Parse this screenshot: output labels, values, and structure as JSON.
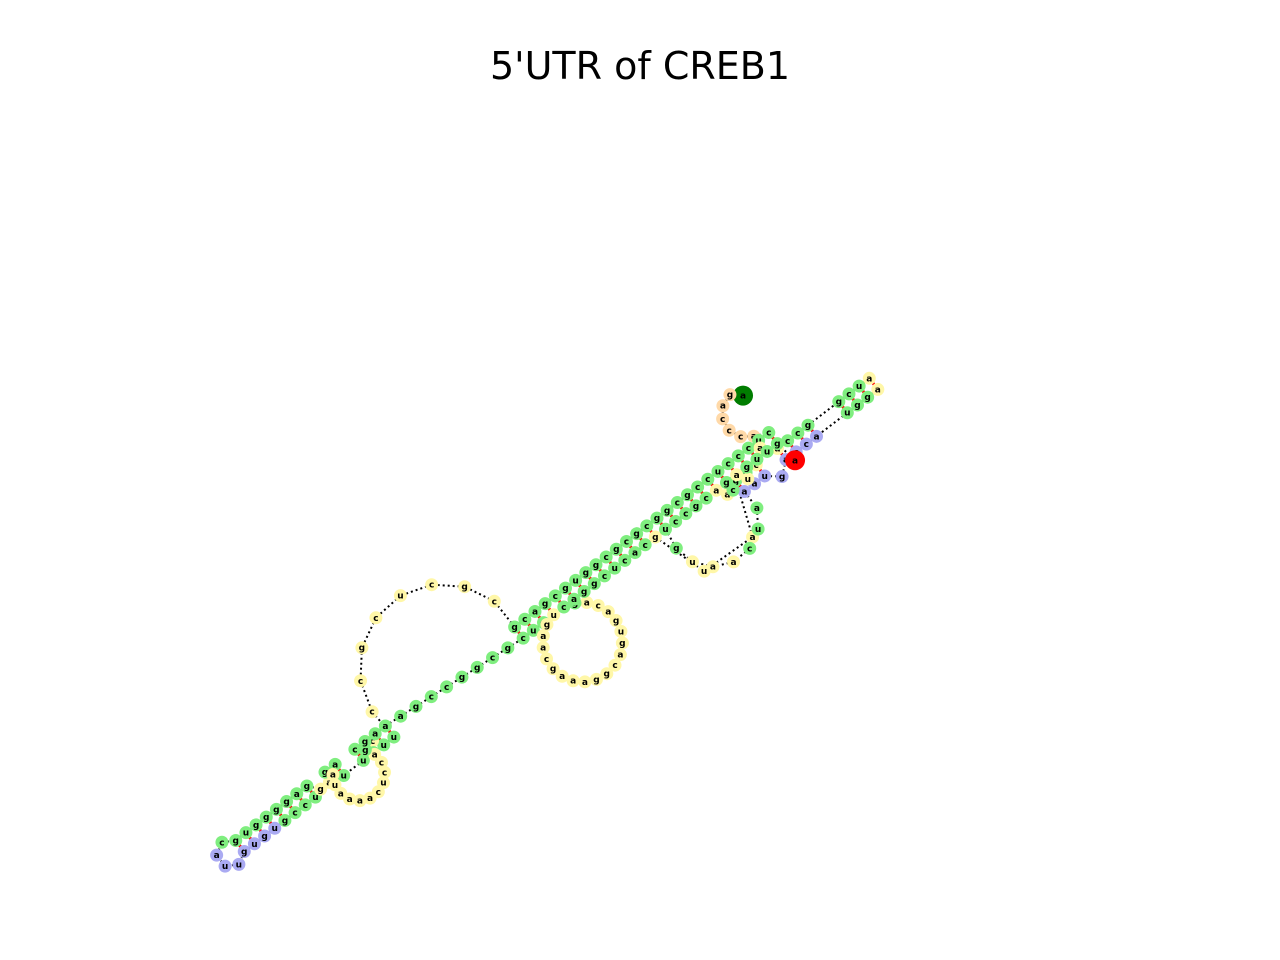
{
  "title": "5'UTR of CREB1",
  "colors": {
    "stem": "#7fee7f",
    "hairpin_loop": "#aaaaf2",
    "internal_loop": "#fff7a8",
    "unpaired_end": "#ffd9a8",
    "five_prime_marker": "#007d00",
    "three_prime_marker": "#ff0000",
    "base_pair": "#ff0000",
    "backbone": "#000000"
  },
  "icons": {
    "five_prime": "filled-circle-marker",
    "three_prime": "filled-circle-marker"
  },
  "sequence": [
    {
      "n": "a",
      "t": "5p"
    },
    {
      "n": "g",
      "t": "end"
    },
    {
      "n": "a",
      "t": "end"
    },
    {
      "n": "c",
      "t": "end"
    },
    {
      "n": "c",
      "t": "end"
    },
    {
      "n": "c",
      "t": "end"
    },
    {
      "n": "a",
      "t": "end"
    },
    {
      "n": "c",
      "t": "stem"
    },
    {
      "n": "u",
      "t": "stem"
    },
    {
      "n": "c",
      "t": "stem"
    },
    {
      "n": "c",
      "t": "stem"
    },
    {
      "n": "c",
      "t": "stem"
    },
    {
      "n": "u",
      "t": "stem"
    },
    {
      "n": "c",
      "t": "stem"
    },
    {
      "n": "c",
      "t": "stem"
    },
    {
      "n": "g",
      "t": "stem"
    },
    {
      "n": "c",
      "t": "stem"
    },
    {
      "n": "g",
      "t": "stem"
    },
    {
      "n": "g",
      "t": "stem"
    },
    {
      "n": "c",
      "t": "stem"
    },
    {
      "n": "g",
      "t": "stem"
    },
    {
      "n": "c",
      "t": "stem"
    },
    {
      "n": "g",
      "t": "stem"
    },
    {
      "n": "c",
      "t": "stem"
    },
    {
      "n": "g",
      "t": "stem"
    },
    {
      "n": "g",
      "t": "stem"
    },
    {
      "n": "u",
      "t": "stem"
    },
    {
      "n": "g",
      "t": "stem"
    },
    {
      "n": "c",
      "t": "stem"
    },
    {
      "n": "g",
      "t": "stem"
    },
    {
      "n": "a",
      "t": "stem"
    },
    {
      "n": "c",
      "t": "stem"
    },
    {
      "n": "g",
      "t": "stem"
    },
    {
      "n": "c",
      "t": "loop"
    },
    {
      "n": "g",
      "t": "loop"
    },
    {
      "n": "c",
      "t": "loop"
    },
    {
      "n": "u",
      "t": "loop"
    },
    {
      "n": "c",
      "t": "loop"
    },
    {
      "n": "g",
      "t": "loop"
    },
    {
      "n": "c",
      "t": "loop"
    },
    {
      "n": "c",
      "t": "loop"
    },
    {
      "n": "u",
      "t": "stem"
    },
    {
      "n": "u",
      "t": "stem"
    },
    {
      "n": "c",
      "t": "loop"
    },
    {
      "n": "c",
      "t": "stem"
    },
    {
      "n": "u",
      "t": "stem"
    },
    {
      "n": "u",
      "t": "stem"
    },
    {
      "n": "c",
      "t": "stem"
    },
    {
      "n": "u",
      "t": "stem"
    },
    {
      "n": "c",
      "t": "stem"
    },
    {
      "n": "c",
      "t": "stem"
    },
    {
      "n": "g",
      "t": "stem"
    },
    {
      "n": "u",
      "t": "hairpin"
    },
    {
      "n": "g",
      "t": "hairpin"
    },
    {
      "n": "u",
      "t": "hairpin"
    },
    {
      "n": "g",
      "t": "hairpin"
    },
    {
      "n": "u",
      "t": "hairpin"
    },
    {
      "n": "u",
      "t": "hairpin"
    },
    {
      "n": "a",
      "t": "hairpin"
    },
    {
      "n": "c",
      "t": "stem"
    },
    {
      "n": "g",
      "t": "stem"
    },
    {
      "n": "u",
      "t": "stem"
    },
    {
      "n": "g",
      "t": "stem"
    },
    {
      "n": "g",
      "t": "stem"
    },
    {
      "n": "g",
      "t": "stem"
    },
    {
      "n": "g",
      "t": "stem"
    },
    {
      "n": "a",
      "t": "stem"
    },
    {
      "n": "g",
      "t": "stem"
    },
    {
      "n": "g",
      "t": "loop"
    },
    {
      "n": "a",
      "t": "loop"
    },
    {
      "n": "g",
      "t": "stem"
    },
    {
      "n": "a",
      "t": "stem"
    },
    {
      "n": "a",
      "t": "loop"
    },
    {
      "n": "u",
      "t": "loop"
    },
    {
      "n": "a",
      "t": "loop"
    },
    {
      "n": "a",
      "t": "loop"
    },
    {
      "n": "a",
      "t": "loop"
    },
    {
      "n": "a",
      "t": "loop"
    },
    {
      "n": "c",
      "t": "loop"
    },
    {
      "n": "u",
      "t": "loop"
    },
    {
      "n": "c",
      "t": "loop"
    },
    {
      "n": "c",
      "t": "loop"
    },
    {
      "n": "a",
      "t": "loop"
    },
    {
      "n": "g",
      "t": "stem"
    },
    {
      "n": "c",
      "t": "stem"
    },
    {
      "n": "g",
      "t": "stem"
    },
    {
      "n": "a",
      "t": "stem"
    },
    {
      "n": "a",
      "t": "stem"
    },
    {
      "n": "a",
      "t": "stem"
    },
    {
      "n": "g",
      "t": "stem"
    },
    {
      "n": "c",
      "t": "stem"
    },
    {
      "n": "c",
      "t": "stem"
    },
    {
      "n": "g",
      "t": "stem"
    },
    {
      "n": "g",
      "t": "stem"
    },
    {
      "n": "c",
      "t": "stem"
    },
    {
      "n": "g",
      "t": "stem"
    },
    {
      "n": "c",
      "t": "stem"
    },
    {
      "n": "u",
      "t": "stem"
    },
    {
      "n": "g",
      "t": "stem"
    },
    {
      "n": "u",
      "t": "loop"
    },
    {
      "n": "g",
      "t": "loop"
    },
    {
      "n": "a",
      "t": "loop"
    },
    {
      "n": "a",
      "t": "loop"
    },
    {
      "n": "c",
      "t": "loop"
    },
    {
      "n": "g",
      "t": "loop"
    },
    {
      "n": "a",
      "t": "loop"
    },
    {
      "n": "a",
      "t": "loop"
    },
    {
      "n": "a",
      "t": "loop"
    },
    {
      "n": "g",
      "t": "loop"
    },
    {
      "n": "g",
      "t": "loop"
    },
    {
      "n": "c",
      "t": "loop"
    },
    {
      "n": "a",
      "t": "loop"
    },
    {
      "n": "g",
      "t": "loop"
    },
    {
      "n": "u",
      "t": "loop"
    },
    {
      "n": "g",
      "t": "loop"
    },
    {
      "n": "a",
      "t": "loop"
    },
    {
      "n": "c",
      "t": "loop"
    },
    {
      "n": "a",
      "t": "loop"
    },
    {
      "n": "g",
      "t": "stem"
    },
    {
      "n": "c",
      "t": "stem"
    },
    {
      "n": "a",
      "t": "stem"
    },
    {
      "n": "g",
      "t": "stem"
    },
    {
      "n": "g",
      "t": "stem"
    },
    {
      "n": "c",
      "t": "stem"
    },
    {
      "n": "u",
      "t": "stem"
    },
    {
      "n": "c",
      "t": "stem"
    },
    {
      "n": "a",
      "t": "stem"
    },
    {
      "n": "c",
      "t": "stem"
    },
    {
      "n": "g",
      "t": "loop"
    },
    {
      "n": "u",
      "t": "loop"
    },
    {
      "n": "a",
      "t": "loop"
    },
    {
      "n": "g",
      "t": "stem"
    },
    {
      "n": "c",
      "t": "stem"
    },
    {
      "n": "c",
      "t": "loop"
    },
    {
      "n": "a",
      "t": "loop"
    },
    {
      "n": "a",
      "t": "loop"
    },
    {
      "n": "c",
      "t": "stem"
    },
    {
      "n": "c",
      "t": "stem"
    },
    {
      "n": "g",
      "t": "stem"
    },
    {
      "n": "g",
      "t": "stem"
    },
    {
      "n": "c",
      "t": "stem"
    },
    {
      "n": "u",
      "t": "stem"
    },
    {
      "n": "a",
      "t": "loop"
    },
    {
      "n": "a",
      "t": "loop"
    },
    {
      "n": "g",
      "t": "stem"
    },
    {
      "n": "g",
      "t": "stem"
    },
    {
      "n": "u",
      "t": "stem"
    },
    {
      "n": "a",
      "t": "hairpin"
    },
    {
      "n": "c",
      "t": "hairpin"
    },
    {
      "n": "c",
      "t": "hairpin"
    },
    {
      "n": "a",
      "t": "hairpin"
    },
    {
      "n": "g",
      "t": "hairpin"
    },
    {
      "n": "u",
      "t": "hairpin"
    },
    {
      "n": "a",
      "t": "hairpin"
    },
    {
      "n": "a",
      "t": "hairpin"
    },
    {
      "n": "a",
      "t": "stem"
    },
    {
      "n": "u",
      "t": "stem"
    },
    {
      "n": "c",
      "t": "stem"
    },
    {
      "n": "a",
      "t": "loop"
    },
    {
      "n": "a",
      "t": "loop"
    },
    {
      "n": "u",
      "t": "loop"
    },
    {
      "n": "g",
      "t": "stem"
    },
    {
      "n": "u",
      "t": "stem"
    },
    {
      "n": "c",
      "t": "stem"
    },
    {
      "n": "c",
      "t": "stem"
    },
    {
      "n": "g",
      "t": "stem"
    },
    {
      "n": "c",
      "t": "stem"
    },
    {
      "n": "a",
      "t": "loop"
    },
    {
      "n": "a",
      "t": "loop"
    },
    {
      "n": "c",
      "t": "stem"
    },
    {
      "n": "g",
      "t": "stem"
    },
    {
      "n": "a",
      "t": "loop"
    },
    {
      "n": "u",
      "t": "loop"
    },
    {
      "n": "g",
      "t": "stem"
    },
    {
      "n": "u",
      "t": "stem"
    },
    {
      "n": "u",
      "t": "stem"
    },
    {
      "n": "g",
      "t": "stem"
    },
    {
      "n": "a",
      "t": "3p"
    }
  ],
  "pairs": [
    [
      7,
      176
    ],
    [
      8,
      175
    ],
    [
      9,
      174
    ],
    [
      10,
      173
    ],
    [
      11,
      171
    ],
    [
      12,
      170
    ],
    [
      13,
      167
    ],
    [
      14,
      166
    ],
    [
      15,
      165
    ],
    [
      16,
      164
    ],
    [
      17,
      163
    ],
    [
      18,
      162
    ],
    [
      19,
      128
    ],
    [
      20,
      127
    ],
    [
      21,
      126
    ],
    [
      22,
      125
    ],
    [
      23,
      124
    ],
    [
      24,
      123
    ],
    [
      25,
      122
    ],
    [
      26,
      121
    ],
    [
      27,
      120
    ],
    [
      28,
      119
    ],
    [
      29,
      99
    ],
    [
      30,
      98
    ],
    [
      31,
      97
    ],
    [
      32,
      96
    ],
    [
      41,
      87
    ],
    [
      42,
      86
    ],
    [
      44,
      85
    ],
    [
      45,
      84
    ],
    [
      46,
      71
    ],
    [
      47,
      70
    ],
    [
      48,
      67
    ],
    [
      49,
      66
    ],
    [
      50,
      65
    ],
    [
      51,
      64
    ],
    [
      52,
      63
    ],
    [
      53,
      62
    ],
    [
      54,
      61
    ],
    [
      55,
      60
    ],
    [
      131,
      154
    ],
    [
      132,
      153
    ],
    [
      133,
      152
    ],
    [
      135,
      150
    ],
    [
      136,
      149
    ],
    [
      137,
      148
    ],
    [
      138,
      147
    ],
    [
      139,
      146
    ],
    [
      140,
      145
    ],
    [
      141,
      144
    ],
    [
      142,
      143
    ]
  ]
}
